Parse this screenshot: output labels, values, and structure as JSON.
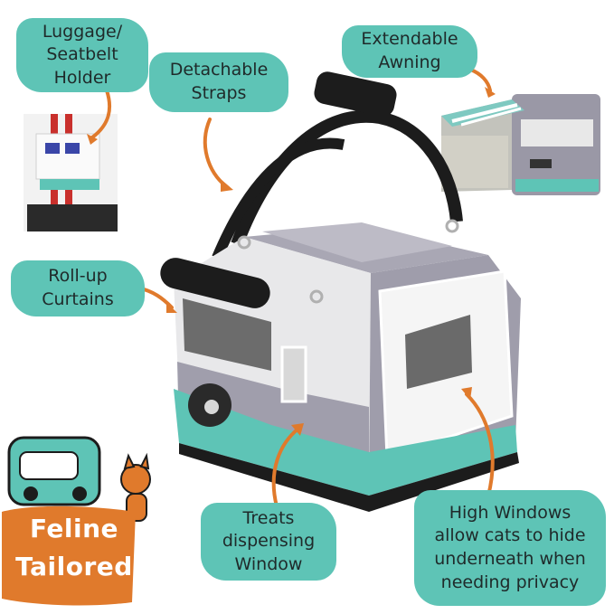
{
  "labels": {
    "luggage": [
      "Luggage/",
      "Seatbelt",
      "Holder"
    ],
    "straps": [
      "Detachable",
      "Straps"
    ],
    "awning": [
      "Extendable",
      "Awning"
    ],
    "curtains": [
      "Roll-up",
      "Curtains"
    ],
    "treats": [
      "Treats",
      "dispensing",
      "Window"
    ],
    "windows": [
      "High Windows",
      "allow cats to hide",
      "underneath when",
      "needing privacy"
    ]
  },
  "badge": {
    "line1": "Feline",
    "line2": "Tailored"
  },
  "colors": {
    "teal": "#5ec4b6",
    "orange": "#e07a2c",
    "gray": "#8f8d9a",
    "black": "#1c1c1c"
  }
}
